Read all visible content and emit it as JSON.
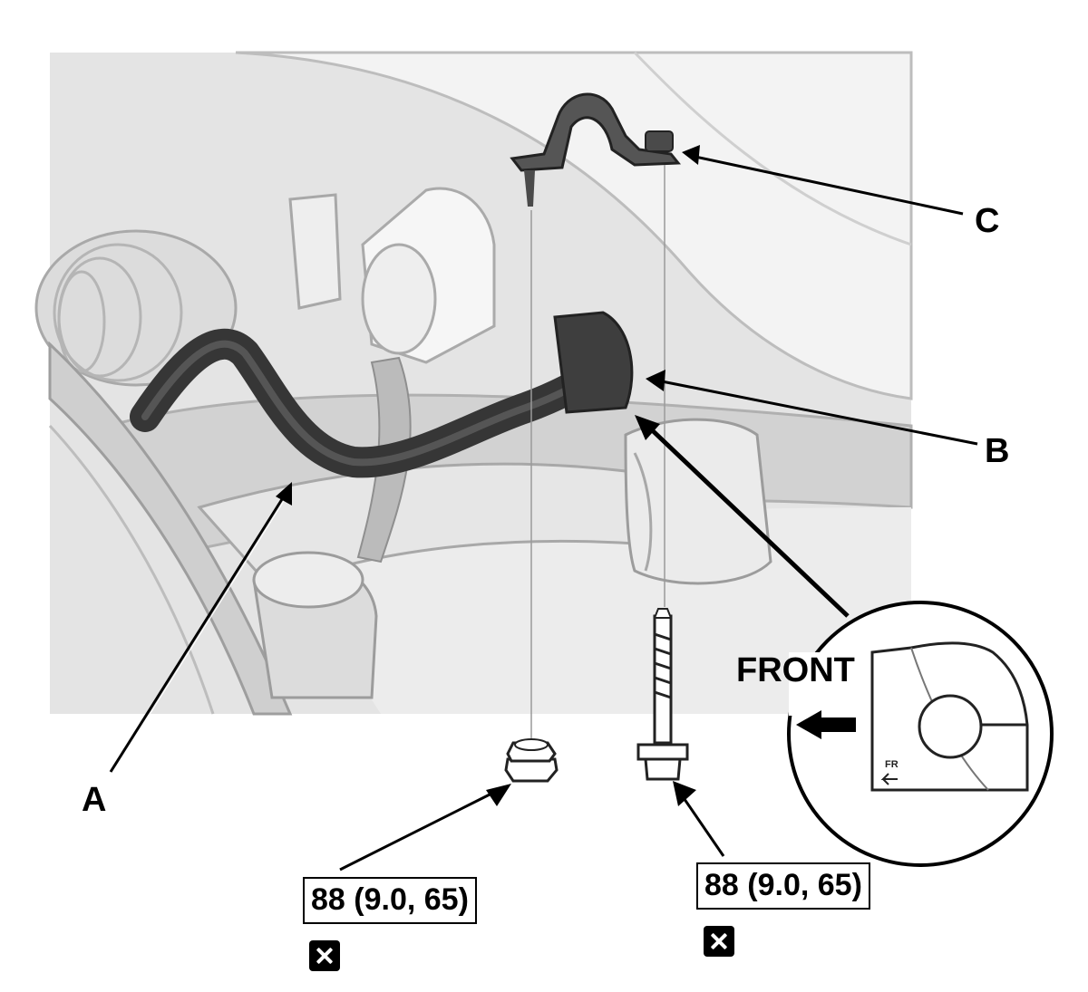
{
  "callouts": {
    "a": "A",
    "b": "B",
    "c": "C",
    "front": "FRONT"
  },
  "torque_specs": {
    "left": "88 (9.0, 65)",
    "right": "88 (9.0, 65)"
  },
  "icons": {
    "replace_part": "replace-part-icon",
    "direction_arrow": "front-arrow-icon"
  },
  "colors": {
    "background": "#ffffff",
    "scene": "#e6e6e6",
    "stabilizer_bar": "#333333",
    "ink": "#000000"
  }
}
